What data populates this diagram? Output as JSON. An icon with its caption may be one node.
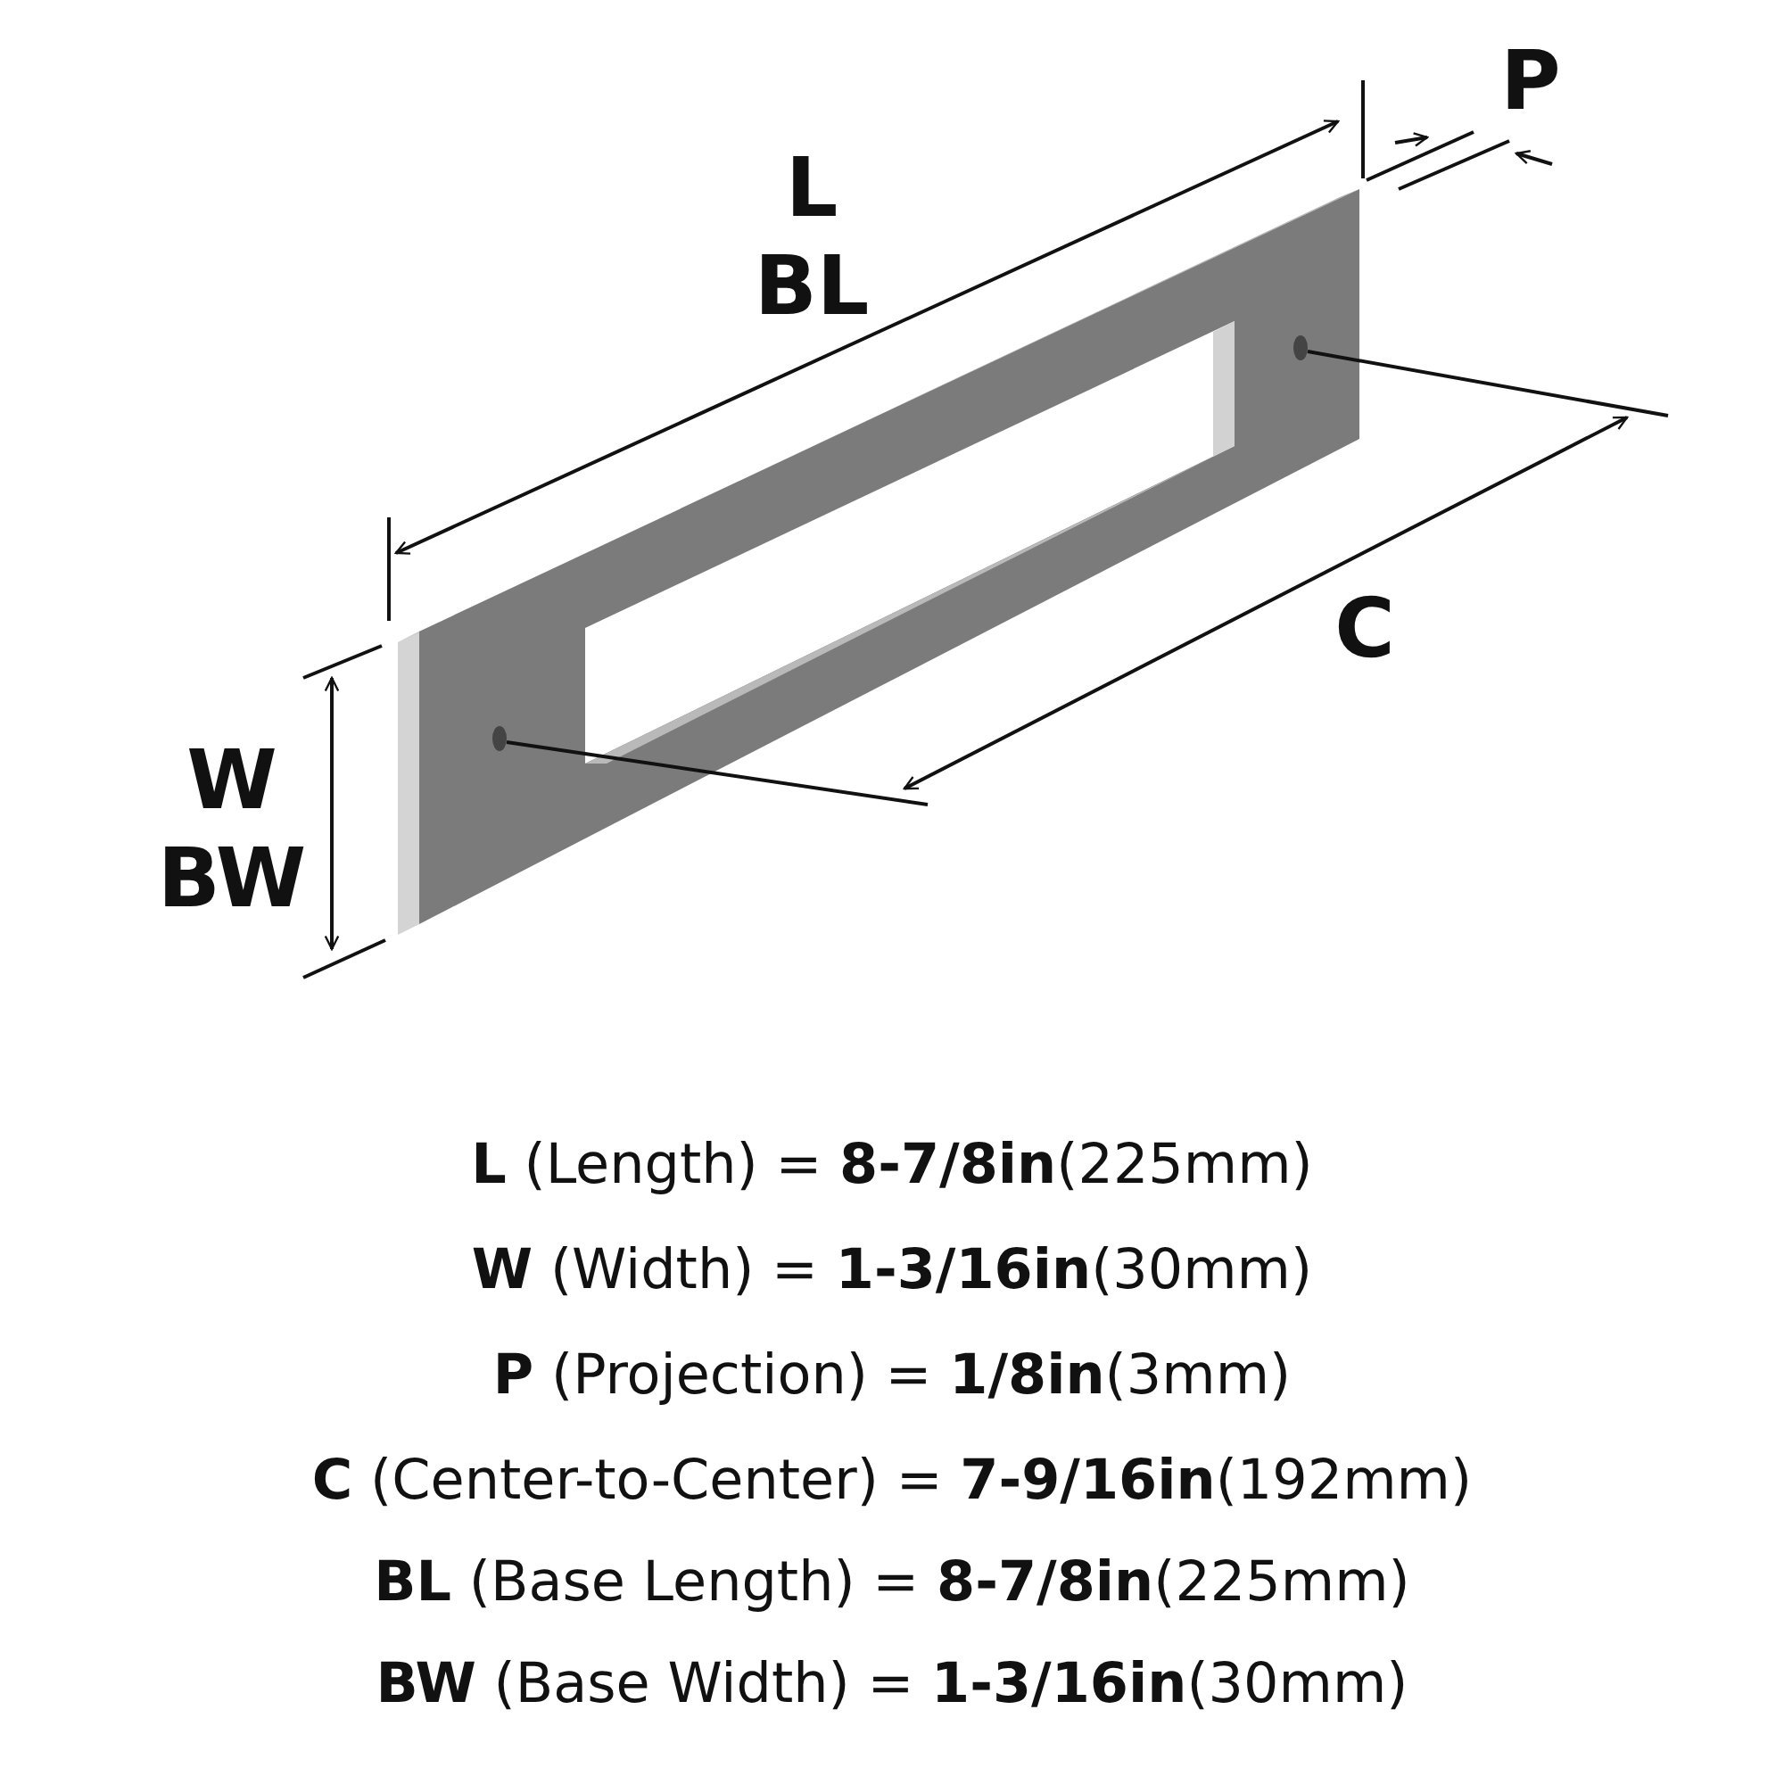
{
  "diagram": {
    "labels": [
      "L",
      "BL",
      "P",
      "C",
      "W",
      "BW",
      "**L** (Length) = **8-7/8in**(225mm)",
      "**W** (Width) = **1-3/16in**(30mm)",
      "**P** (Projection) = **1/8in**(3mm)",
      "**C** (Center-to-Center) = **7-9/16in**(192mm)",
      "**BL** (Base Length) = **8-7/8in**(225mm)",
      "**BW** (Base Width) = **1-3/16in**(30mm)"
    ]
  }
}
